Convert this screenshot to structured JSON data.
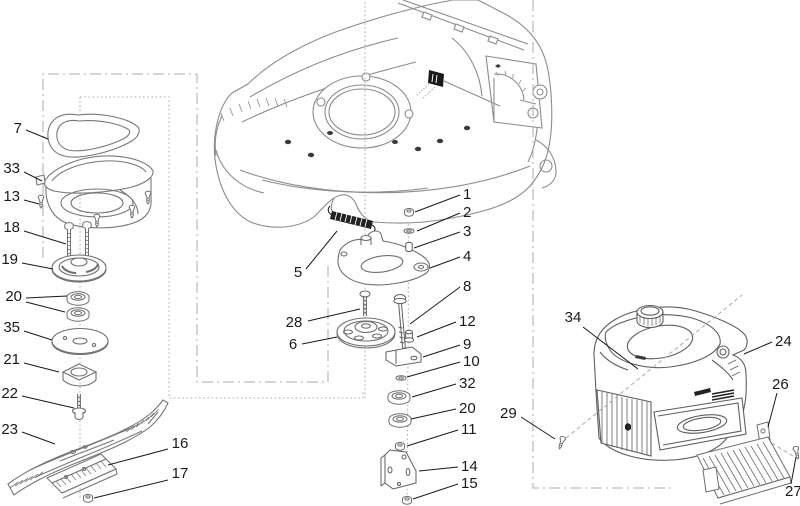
{
  "diagram": {
    "type": "exploded-parts-diagram",
    "background_color": "#ffffff",
    "art_line_color": "#7a7a7a",
    "boundary_color": "#aaaaaa",
    "callout_color": "#1a1a1a",
    "callout_font_size": 15
  },
  "callouts": [
    {
      "n": "7",
      "t": [
        22,
        133
      ],
      "a": "end",
      "lines": [
        [
          [
            26,
            130
          ],
          [
            48,
            139
          ]
        ]
      ]
    },
    {
      "n": "33",
      "t": [
        20,
        173
      ],
      "a": "end",
      "lines": [
        [
          [
            24,
            172
          ],
          [
            42,
            181
          ]
        ]
      ]
    },
    {
      "n": "13",
      "t": [
        20,
        201
      ],
      "a": "end",
      "lines": [
        [
          [
            24,
            200
          ],
          [
            39,
            204
          ]
        ]
      ]
    },
    {
      "n": "18",
      "t": [
        20,
        232
      ],
      "a": "end",
      "lines": [
        [
          [
            24,
            231
          ],
          [
            66,
            244
          ]
        ]
      ]
    },
    {
      "n": "19",
      "t": [
        18,
        264
      ],
      "a": "end",
      "lines": [
        [
          [
            22,
            263
          ],
          [
            53,
            269
          ]
        ]
      ]
    },
    {
      "n": "20",
      "t": [
        22,
        301
      ],
      "a": "end",
      "lines": [
        [
          [
            26,
            298
          ],
          [
            67,
            296
          ]
        ],
        [
          [
            26,
            302
          ],
          [
            65,
            312
          ]
        ]
      ]
    },
    {
      "n": "35",
      "t": [
        20,
        332
      ],
      "a": "end",
      "lines": [
        [
          [
            24,
            331
          ],
          [
            52,
            340
          ]
        ]
      ]
    },
    {
      "n": "21",
      "t": [
        20,
        364
      ],
      "a": "end",
      "lines": [
        [
          [
            24,
            363
          ],
          [
            59,
            372
          ]
        ]
      ]
    },
    {
      "n": "22",
      "t": [
        18,
        398
      ],
      "a": "end",
      "lines": [
        [
          [
            22,
            396
          ],
          [
            74,
            408
          ]
        ]
      ]
    },
    {
      "n": "23",
      "t": [
        18,
        434
      ],
      "a": "end",
      "lines": [
        [
          [
            22,
            432
          ],
          [
            55,
            444
          ]
        ]
      ]
    },
    {
      "n": "16",
      "t": [
        180,
        448
      ],
      "a": "middle",
      "lines": [
        [
          [
            168,
            449
          ],
          [
            108,
            465
          ]
        ]
      ]
    },
    {
      "n": "17",
      "t": [
        180,
        478
      ],
      "a": "middle",
      "lines": [
        [
          [
            168,
            480
          ],
          [
            94,
            498
          ]
        ]
      ]
    },
    {
      "n": "5",
      "t": [
        298,
        277
      ],
      "a": "middle",
      "lines": [
        [
          [
            306,
            269
          ],
          [
            337,
            231
          ]
        ]
      ]
    },
    {
      "n": "28",
      "t": [
        294,
        327
      ],
      "a": "middle",
      "lines": [
        [
          [
            308,
            321
          ],
          [
            360,
            309
          ]
        ]
      ]
    },
    {
      "n": "6",
      "t": [
        293,
        349
      ],
      "a": "middle",
      "lines": [
        [
          [
            302,
            344
          ],
          [
            337,
            337
          ]
        ]
      ]
    },
    {
      "n": "1",
      "t": [
        463,
        199
      ],
      "a": "start",
      "lines": [
        [
          [
            460,
            195
          ],
          [
            415,
            212
          ]
        ]
      ]
    },
    {
      "n": "2",
      "t": [
        463,
        217
      ],
      "a": "start",
      "lines": [
        [
          [
            460,
            213
          ],
          [
            417,
            231
          ]
        ]
      ]
    },
    {
      "n": "3",
      "t": [
        463,
        236
      ],
      "a": "start",
      "lines": [
        [
          [
            460,
            232
          ],
          [
            414,
            248
          ]
        ]
      ]
    },
    {
      "n": "4",
      "t": [
        463,
        261
      ],
      "a": "start",
      "lines": [
        [
          [
            460,
            257
          ],
          [
            430,
            268
          ]
        ]
      ]
    },
    {
      "n": "8",
      "t": [
        463,
        291
      ],
      "a": "start",
      "lines": [
        [
          [
            460,
            287
          ],
          [
            410,
            324
          ]
        ]
      ]
    },
    {
      "n": "12",
      "t": [
        459,
        326
      ],
      "a": "start",
      "lines": [
        [
          [
            456,
            322
          ],
          [
            417,
            337
          ]
        ]
      ]
    },
    {
      "n": "9",
      "t": [
        463,
        349
      ],
      "a": "start",
      "lines": [
        [
          [
            460,
            345
          ],
          [
            423,
            357
          ]
        ]
      ]
    },
    {
      "n": "10",
      "t": [
        463,
        366
      ],
      "a": "start",
      "lines": [
        [
          [
            460,
            362
          ],
          [
            407,
            377
          ]
        ]
      ]
    },
    {
      "n": "32",
      "t": [
        459,
        388
      ],
      "a": "start",
      "lines": [
        [
          [
            456,
            384
          ],
          [
            412,
            397
          ]
        ]
      ]
    },
    {
      "n": "20",
      "t": [
        459,
        413
      ],
      "a": "start",
      "lines": [
        [
          [
            456,
            409
          ],
          [
            411,
            419
          ]
        ]
      ]
    },
    {
      "n": "11",
      "t": [
        461,
        434
      ],
      "a": "start",
      "lines": [
        [
          [
            458,
            430
          ],
          [
            407,
            446
          ]
        ]
      ]
    },
    {
      "n": "14",
      "t": [
        461,
        471
      ],
      "a": "start",
      "lines": [
        [
          [
            458,
            467
          ],
          [
            419,
            471
          ]
        ]
      ]
    },
    {
      "n": "15",
      "t": [
        461,
        488
      ],
      "a": "start",
      "lines": [
        [
          [
            458,
            484
          ],
          [
            413,
            499
          ]
        ]
      ]
    },
    {
      "n": "34",
      "t": [
        573,
        322
      ],
      "a": "middle",
      "lines": [
        [
          [
            583,
            327
          ],
          [
            638,
            369
          ]
        ]
      ]
    },
    {
      "n": "24",
      "t": [
        775,
        346
      ],
      "a": "start",
      "lines": [
        [
          [
            772,
            342
          ],
          [
            744,
            354
          ]
        ]
      ]
    },
    {
      "n": "26",
      "t": [
        772,
        389
      ],
      "a": "start",
      "lines": [
        [
          [
            777,
            393
          ],
          [
            768,
            427
          ]
        ]
      ]
    },
    {
      "n": "29",
      "t": [
        500,
        418
      ],
      "a": "start",
      "lines": [
        [
          [
            521,
            417
          ],
          [
            555,
            439
          ]
        ]
      ]
    },
    {
      "n": "27",
      "t": [
        785,
        496
      ],
      "a": "start",
      "lines": [
        [
          [
            791,
            484
          ],
          [
            796,
            457
          ]
        ]
      ]
    }
  ]
}
